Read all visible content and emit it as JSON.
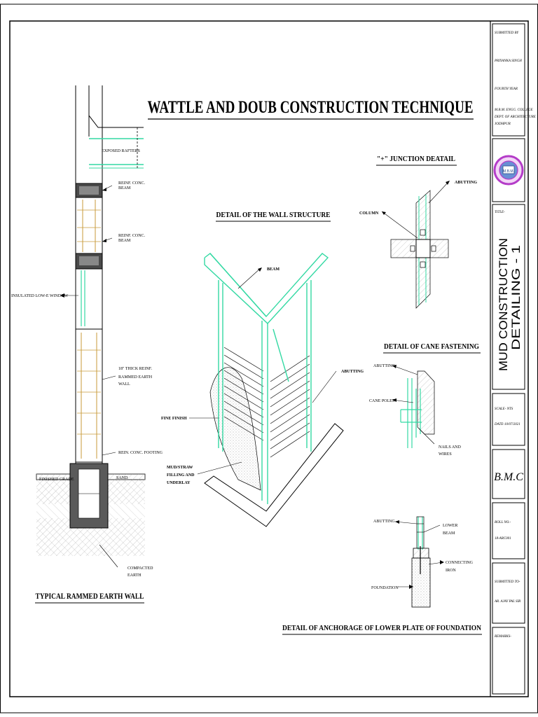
{
  "main_title": "WATTLE AND DOUB CONSTRUCTION TECHNIQUE",
  "sections": {
    "rammed_earth": {
      "title": "TYPICAL RAMMED EARTH WALL",
      "labels": {
        "rafters": "EXPOSED RAFTERS",
        "beam1_a": "REINF. CONC.",
        "beam1_b": "BEAM",
        "beam2_a": "REINF. CONC.",
        "beam2_b": "BEAM",
        "window": "INSULATED LOW-E WINDOW",
        "wall_a": "18\" THICK REINF.",
        "wall_b": "RAMMED EARTH",
        "wall_c": "WALL",
        "footing": "REIN. CONC. FOOTING",
        "grade": "FINISHED GRADE",
        "sand": "SAND",
        "earth_a": "COMPACTED",
        "earth_b": "EARTH"
      }
    },
    "wall_structure": {
      "title": "DETAIL OF THE WALL STRUCTURE",
      "labels": {
        "beam": "BEAM",
        "abutting": "ABUTTING",
        "fine_finish": "FINE FINISH",
        "mud_a": "MUD/STRAW",
        "mud_b": "FILLING AND",
        "mud_c": "UNDERLAY"
      }
    },
    "junction": {
      "title": "\"+\" JUNCTION DEATAIL",
      "labels": {
        "abutting": "ABUTTING",
        "column": "COLUMN"
      }
    },
    "cane": {
      "title": "DETAIL OF CANE FASTENING",
      "labels": {
        "abutting": "ABUTTING",
        "cane_poles": "CANE POLES",
        "nails_a": "NAILS AND",
        "nails_b": "WIRES"
      }
    },
    "anchorage": {
      "title": "DETAIL OF ANCHORAGE OF LOWER PLATE OF FOUNDATION",
      "labels": {
        "abutting": "ABUTTING",
        "lower_a": "LOWER",
        "lower_b": "BEAM",
        "iron_a": "CONNECTING",
        "iron_b": "IRON",
        "foundation": "FOUNDATION"
      }
    }
  },
  "title_block": {
    "submitted_by": "SUBMITTED BY",
    "submitted_name": "PRIYANKA SINGH",
    "class": "FOURTH YEAR",
    "college_a": "M.B.M. ENGG. COLLEGE",
    "college_b": "DEPT. OF ARCHITECTURE",
    "college_c": "JODHPUR",
    "title_label": "TITLE-",
    "sheet_title_1": "MUD CONSTRUCTION",
    "sheet_title_2": "DETAILING - 1",
    "scale": "SCALE- NTS",
    "date": "DATE-10/07/2021",
    "monogram": "B.M.C",
    "roll_label": "ROLL NO.-",
    "roll_no": "18-ARC001",
    "submitted_to": "SUBMITTED TO-",
    "teacher": "AR. AJAY PAL SIR",
    "remarks": "REMARKS-",
    "logo_text": "M.B.M."
  },
  "colors": {
    "accent": "#33d9a3",
    "logo": "#b43cc8"
  }
}
